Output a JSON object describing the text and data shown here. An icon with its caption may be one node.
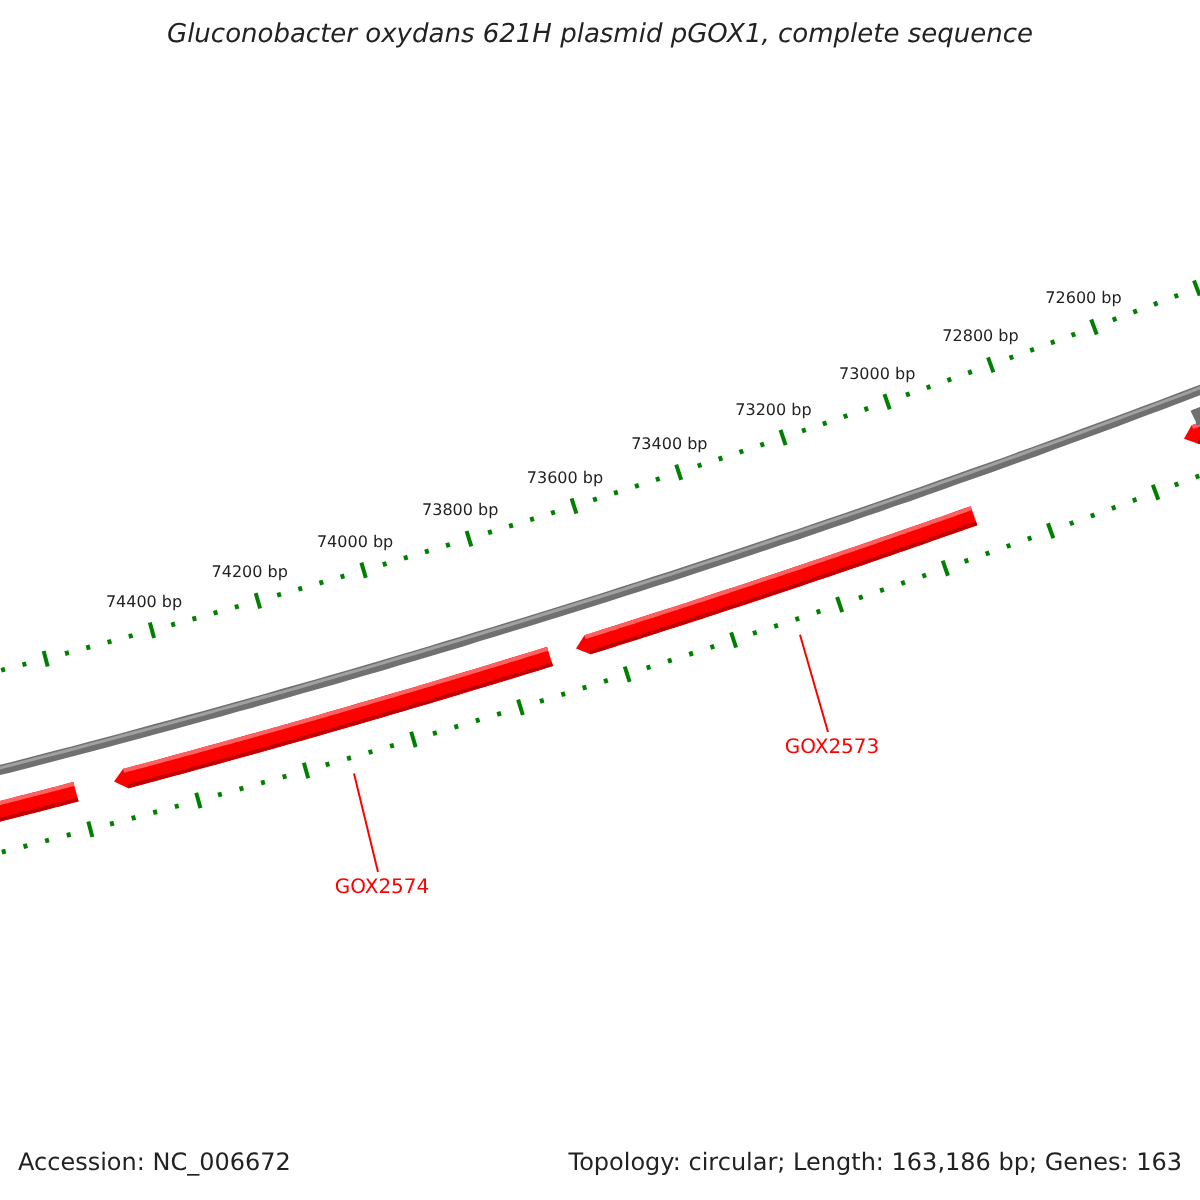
{
  "diagram": {
    "title": "Gluconobacter oxydans 621H plasmid pGOX1, complete sequence",
    "nodes": [
      {
        "text": [
          "GOX2573"
        ]
      },
      {
        "text": [],
        "shape": "bar"
      },
      {
        "text": [
          "GOX2574"
        ]
      },
      {
        "text": [],
        "shape": "bar"
      }
    ],
    "edges": [
      {
        "from": 0,
        "to": 1,
        "arrow": "none",
        "color": "#ff0000"
      },
      {
        "from": 2,
        "to": 3,
        "arrow": "none",
        "color": "#ff0000"
      }
    ],
    "labels": [
      "72600 bp",
      "72800 bp",
      "73000 bp",
      "73200 bp",
      "73400 bp",
      "73600 bp",
      "73800 bp",
      "74000 bp",
      "74200 bp",
      "74400 bp",
      "Accession: NC_006672",
      "Topology: circular; Length: 163,186 bp; Genes: 163"
    ]
  }
}
